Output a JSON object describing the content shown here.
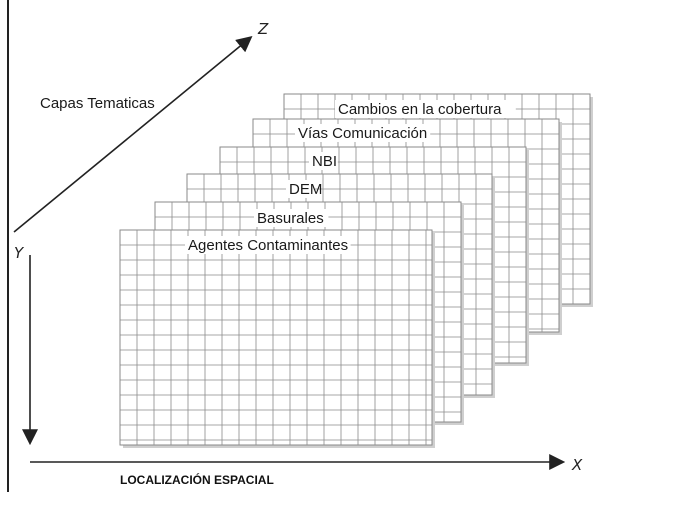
{
  "diagram": {
    "top_caption": "Capas Tematicas",
    "bottom_caption": "LOCALIZACIÓN ESPACIAL",
    "axes": {
      "z": "Z",
      "y": "Y",
      "x": "X"
    },
    "layers": [
      {
        "label": "Cambios en la cobertura"
      },
      {
        "label": "Vías Comunicación"
      },
      {
        "label": "NBI"
      },
      {
        "label": "DEM"
      },
      {
        "label": "Basurales"
      },
      {
        "label": "Agentes Contaminantes"
      }
    ]
  },
  "colors": {
    "grid_line": "#8a8a8a",
    "grid_fill": "#ffffff",
    "axis_line": "#222222",
    "grid_shadow": "#cfcfcf"
  }
}
